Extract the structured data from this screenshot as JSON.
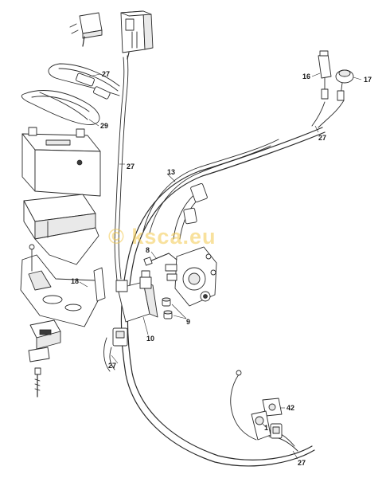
{
  "watermark": "© ksca.eu",
  "callouts": {
    "c27_top": "27",
    "c29": "29",
    "c27_mid": "27",
    "c13": "13",
    "c16": "16",
    "c17": "17",
    "c27_right": "27",
    "c8": "8",
    "c18": "18",
    "c9": "9",
    "c10": "10",
    "c27_low": "27",
    "c42": "42",
    "c1": "1",
    "c27_bottom": "27"
  }
}
